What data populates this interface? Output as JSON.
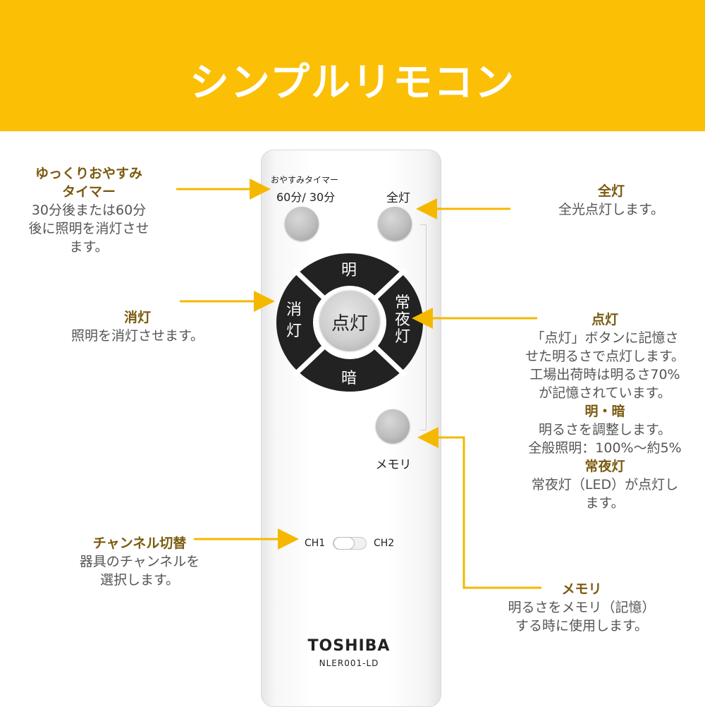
{
  "banner": {
    "title": "シンプルリモコン"
  },
  "remote": {
    "timer_label": "おやすみタイマー",
    "timer_button_label": "60分/ 30分",
    "full_label": "全灯",
    "dpad": {
      "up": "明",
      "down": "暗",
      "left": "消\n灯",
      "right": "常\n夜\n灯",
      "center": "点灯"
    },
    "memory_label": "メモリ",
    "ch1": "CH1",
    "ch2": "CH2",
    "brand": "TOSHIBA",
    "model": "NLER001-LD"
  },
  "annotations": {
    "timer": {
      "heading": "ゆっくりおやすみ\nタイマー",
      "body": "30分後または60分\n後に照明を消灯させ\nます。"
    },
    "off": {
      "heading": "消灯",
      "body": "照明を消灯させます。"
    },
    "channel": {
      "heading": "チャンネル切替",
      "body": "器具のチャンネルを\n選択します。"
    },
    "full": {
      "heading": "全灯",
      "body": "全光点灯します。"
    },
    "on": {
      "heading": "点灯",
      "body": "「点灯」ボタンに記憶さ\nせた明るさで点灯します。\n工場出荷時は明るさ70%\nが記憶されています。"
    },
    "brightdark": {
      "heading": "明・暗",
      "body": "明るさを調整します。\n全般照明：100%～約5%"
    },
    "nightlight": {
      "heading": "常夜灯",
      "body": "常夜灯（LED）が点灯し\nます。"
    },
    "memory": {
      "heading": "メモリ",
      "body": "明るさをメモリ（記憶）\nする時に使用します。"
    }
  },
  "colors": {
    "banner": "#fbbf06",
    "arrow": "#f5b800",
    "heading": "#7a5a10"
  }
}
